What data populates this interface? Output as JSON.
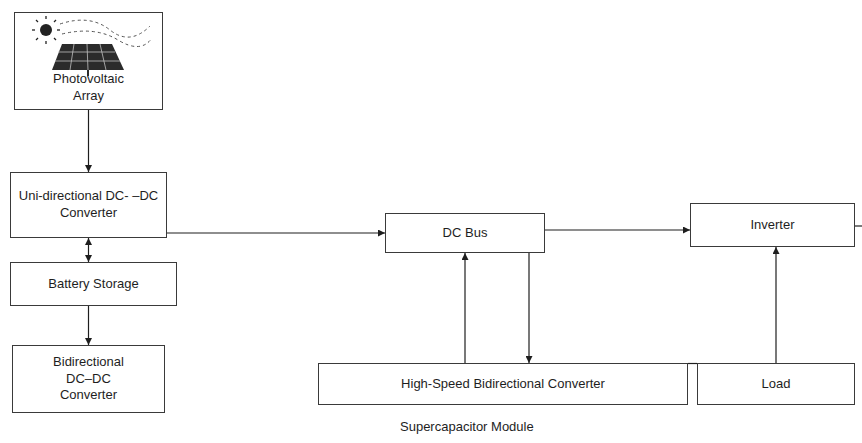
{
  "diagram": {
    "nodes": [
      {
        "text": [
          "Photovoltaic Array"
        ]
      },
      {
        "text": [
          "Uni-directional DC- –DC Converter"
        ]
      },
      {
        "text": [
          "Battery Storage"
        ]
      },
      {
        "text": [
          "Bidirectional DC–DC Converter"
        ]
      },
      {
        "text": [
          "DC Bus"
        ]
      },
      {
        "text": [
          "Inverter"
        ]
      },
      {
        "text": [
          "High-Speed Bidirectional Converter"
        ]
      },
      {
        "text": [
          "Load"
        ]
      }
    ],
    "edges": [
      {
        "from": 0,
        "to": 1,
        "arrow": "to"
      },
      {
        "from": 1,
        "to": 2,
        "arrow": "both"
      },
      {
        "from": 2,
        "to": 3,
        "arrow": "to"
      },
      {
        "from": 1,
        "to": 4,
        "arrow": "to"
      },
      {
        "from": 4,
        "to": 5,
        "arrow": "to"
      },
      {
        "from": 6,
        "to": 4,
        "arrow": "to"
      },
      {
        "from": 4,
        "to": 6,
        "arrow": "to"
      },
      {
        "from": 7,
        "to": 5,
        "arrow": "to"
      },
      {
        "from": 6,
        "to": 7,
        "arrow": "none"
      }
    ],
    "labels": [
      "Supercapacitor Module"
    ]
  }
}
